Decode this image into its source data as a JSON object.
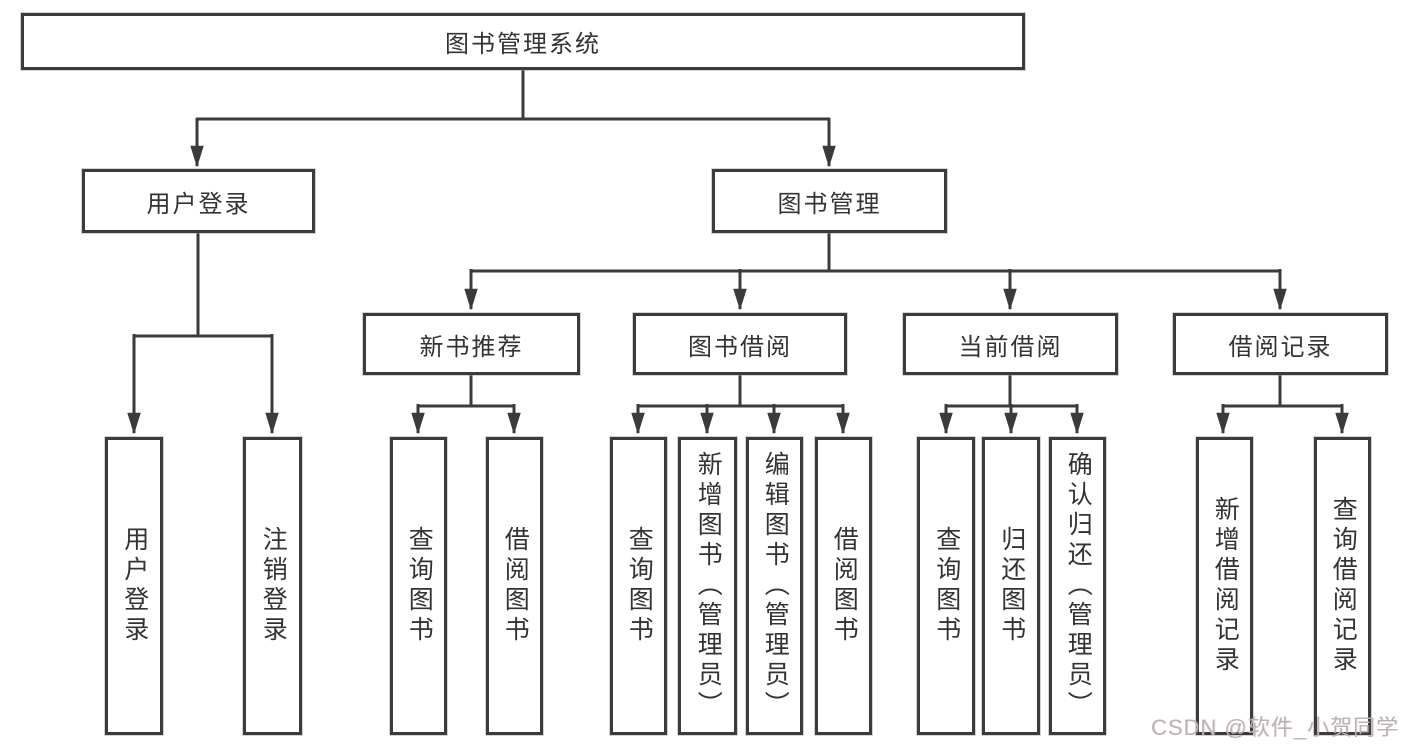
{
  "tree": {
    "label": "图书管理系统",
    "children": [
      {
        "label": "用户登录",
        "children": [
          {
            "label": "用户登录"
          },
          {
            "label": "注销登录"
          }
        ]
      },
      {
        "label": "图书管理",
        "children": [
          {
            "label": "新书推荐",
            "children": [
              {
                "label": "查询图书"
              },
              {
                "label": "借阅图书"
              }
            ]
          },
          {
            "label": "图书借阅",
            "children": [
              {
                "label": "查询图书"
              },
              {
                "label": "新增图书（管理员）"
              },
              {
                "label": "编辑图书（管理员）"
              },
              {
                "label": "借阅图书"
              }
            ]
          },
          {
            "label": "当前借阅",
            "children": [
              {
                "label": "查询图书"
              },
              {
                "label": "归还图书"
              },
              {
                "label": "确认归还（管理员）"
              }
            ]
          },
          {
            "label": "借阅记录",
            "children": [
              {
                "label": "新增借阅记录"
              },
              {
                "label": "查询借阅记录"
              }
            ]
          }
        ]
      }
    ]
  },
  "watermark": {
    "text": "CSDN @软件_小贺同学"
  },
  "colors": {
    "line": "#3b3b3b",
    "text": "#333333",
    "background": "#ffffff",
    "watermark": "#b8b4b4"
  }
}
